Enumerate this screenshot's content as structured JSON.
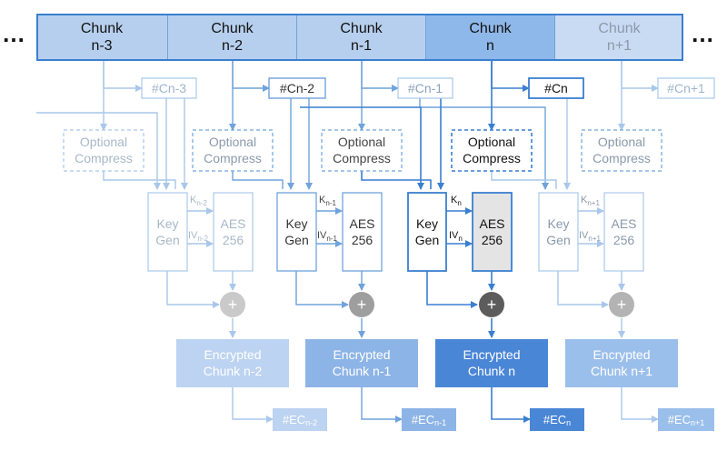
{
  "ellipsis_left": "…",
  "ellipsis_right": "…",
  "chunks": [
    {
      "line1": "Chunk",
      "line2": "n-3"
    },
    {
      "line1": "Chunk",
      "line2": "n-2"
    },
    {
      "line1": "Chunk",
      "line2": "n-1"
    },
    {
      "line1": "Chunk",
      "line2": "n"
    },
    {
      "line1": "Chunk",
      "line2": "n+1"
    }
  ],
  "hashes": [
    {
      "main": "#Cn-3",
      "sub": ""
    },
    {
      "main": "#Cn-2",
      "sub": ""
    },
    {
      "main": "#Cn-1",
      "sub": ""
    },
    {
      "main": "#Cn",
      "sub": ""
    },
    {
      "main": "#Cn+1",
      "sub": ""
    }
  ],
  "compress": {
    "line1": "Optional",
    "line2": "Compress"
  },
  "keygen": {
    "line1": "Key",
    "line2": "Gen"
  },
  "aes": {
    "line1": "AES",
    "line2": "256"
  },
  "stages": [
    {
      "k_main": "K",
      "k_sub": "n-2",
      "iv_main": "IV",
      "iv_sub": "n-2",
      "enc_line1": "Encrypted",
      "enc_line2": "Chunk n-2",
      "ec_main": "#EC",
      "ec_sub": "n-2"
    },
    {
      "k_main": "K",
      "k_sub": "n-1",
      "iv_main": "IV",
      "iv_sub": "n-1",
      "enc_line1": "Encrypted",
      "enc_line2": "Chunk n-1",
      "ec_main": "#EC",
      "ec_sub": "n-1"
    },
    {
      "k_main": "K",
      "k_sub": "n",
      "iv_main": "IV",
      "iv_sub": "n",
      "enc_line1": "Encrypted",
      "enc_line2": "Chunk n",
      "ec_main": "#EC",
      "ec_sub": "n"
    },
    {
      "k_main": "K",
      "k_sub": "n+1",
      "iv_main": "IV",
      "iv_sub": "n+1",
      "enc_line1": "Encrypted",
      "enc_line2": "Chunk n+1",
      "ec_main": "#EC",
      "ec_sub": "n+1"
    }
  ],
  "plus_symbol": "+",
  "colors": {
    "strong": "#3a7fd0",
    "medium": "#6fa3dc",
    "light": "#a9c7ea",
    "chunk_fill_mid": "#b7cfee",
    "chunk_fill_hi": "#8fb8ea",
    "enc_light": "#bcd3f1",
    "enc_mid": "#8db4e6",
    "enc_strong": "#4a86d6",
    "aes_fill": "#e4e4e4",
    "xor_light": "#c9c9c9",
    "xor_mid": "#9e9e9e",
    "xor_dark": "#5c5c5c"
  }
}
